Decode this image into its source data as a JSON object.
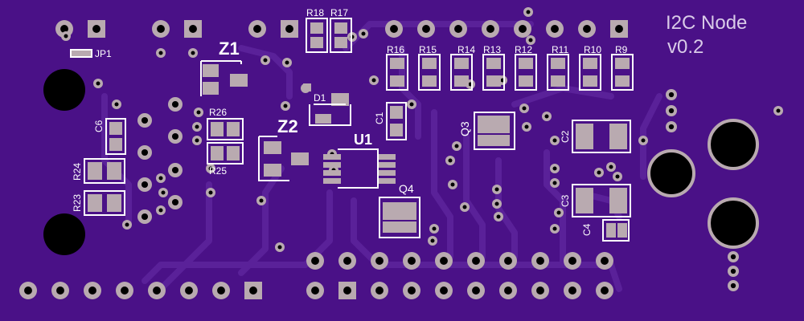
{
  "board": {
    "title_line1": "I2C Node",
    "title_line2": "v0.2",
    "colors": {
      "soldermask": "#4a1187",
      "trace": "#5a2199",
      "copper": "#b9aab0",
      "silkscreen": "#ffffff",
      "hole": "#000000"
    }
  },
  "labels": {
    "jp1": "JP1",
    "r18": "R18",
    "r17": "R17",
    "r16": "R16",
    "r15": "R15",
    "r14": "R14",
    "r13": "R13",
    "r12": "R12",
    "r11": "R11",
    "r10": "R10",
    "r9": "R9",
    "z1": "Z1",
    "z2": "Z2",
    "d1": "D1",
    "c1": "C1",
    "u1": "U1",
    "r26": "R26",
    "r25": "R25",
    "c6": "C6",
    "r24": "R24",
    "r23": "R23",
    "q3": "Q3",
    "q4": "Q4",
    "c2": "C2",
    "c3": "C3",
    "c4": "C4"
  }
}
